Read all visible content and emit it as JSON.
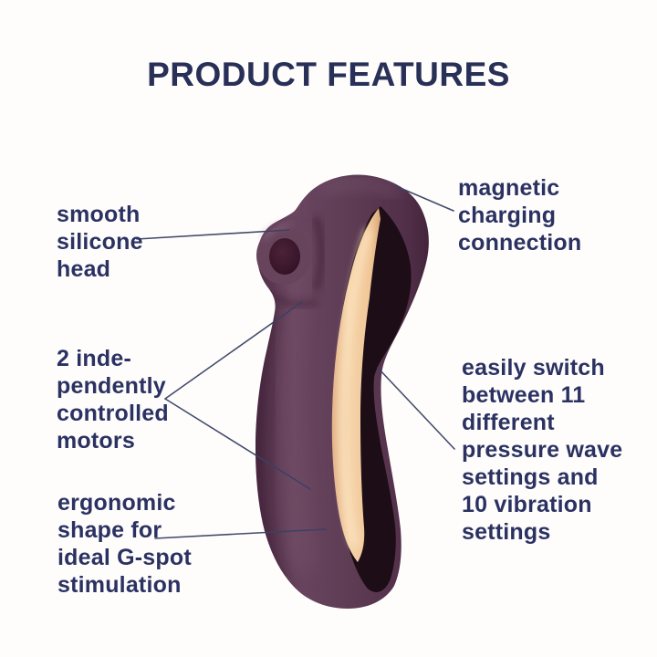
{
  "title": "PRODUCT FEATURES",
  "callouts": {
    "smooth_head": "smooth\nsilicone\nhead",
    "motors": "2 inde-\npendently\ncontrolled\nmotors",
    "ergonomic": "ergonomic\nshape for\nideal G-spot\nstimulation",
    "magnetic": "magnetic\ncharging\nconnection",
    "settings": "easily switch\nbetween 11\ndifferent\npressure wave\nsettings and\n10 vibration\nsettings"
  },
  "device": {
    "body_color": "#5e3c54",
    "body_edge_color": "#452840",
    "inset_color": "#f2cba1",
    "inset_shadow_color": "#1d0d16",
    "opening_color": "#351527"
  },
  "colors": {
    "background": "#fefdfc",
    "heading_text": "#283058",
    "label_text": "#2b3262",
    "callout_line": "#3a4164"
  }
}
